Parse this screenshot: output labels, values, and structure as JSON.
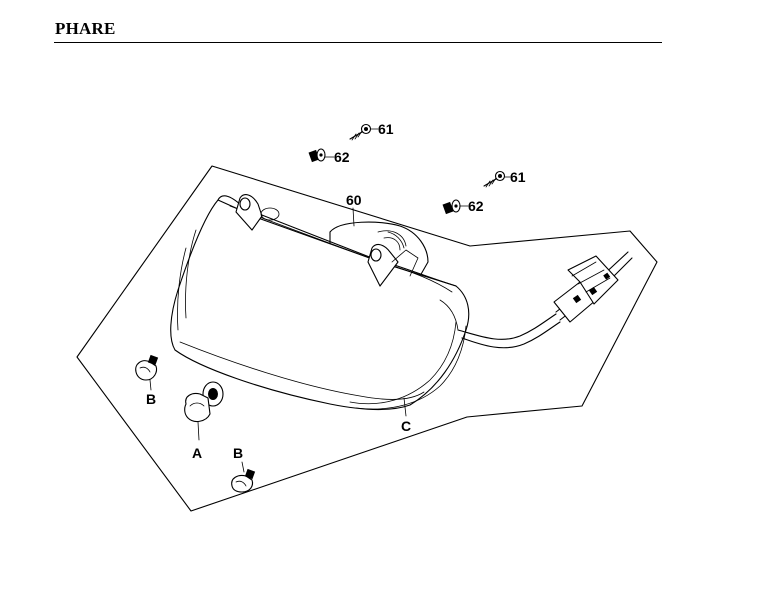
{
  "page": {
    "title": "PHARE"
  },
  "callouts": {
    "screw_61_upper": "61",
    "washer_62_upper": "62",
    "screw_61_right": "61",
    "washer_62_right": "62",
    "headlight_60": "60",
    "bulb_a": "A",
    "bulb_b_left": "B",
    "bulb_b_bottom": "B",
    "lens_c": "C"
  }
}
